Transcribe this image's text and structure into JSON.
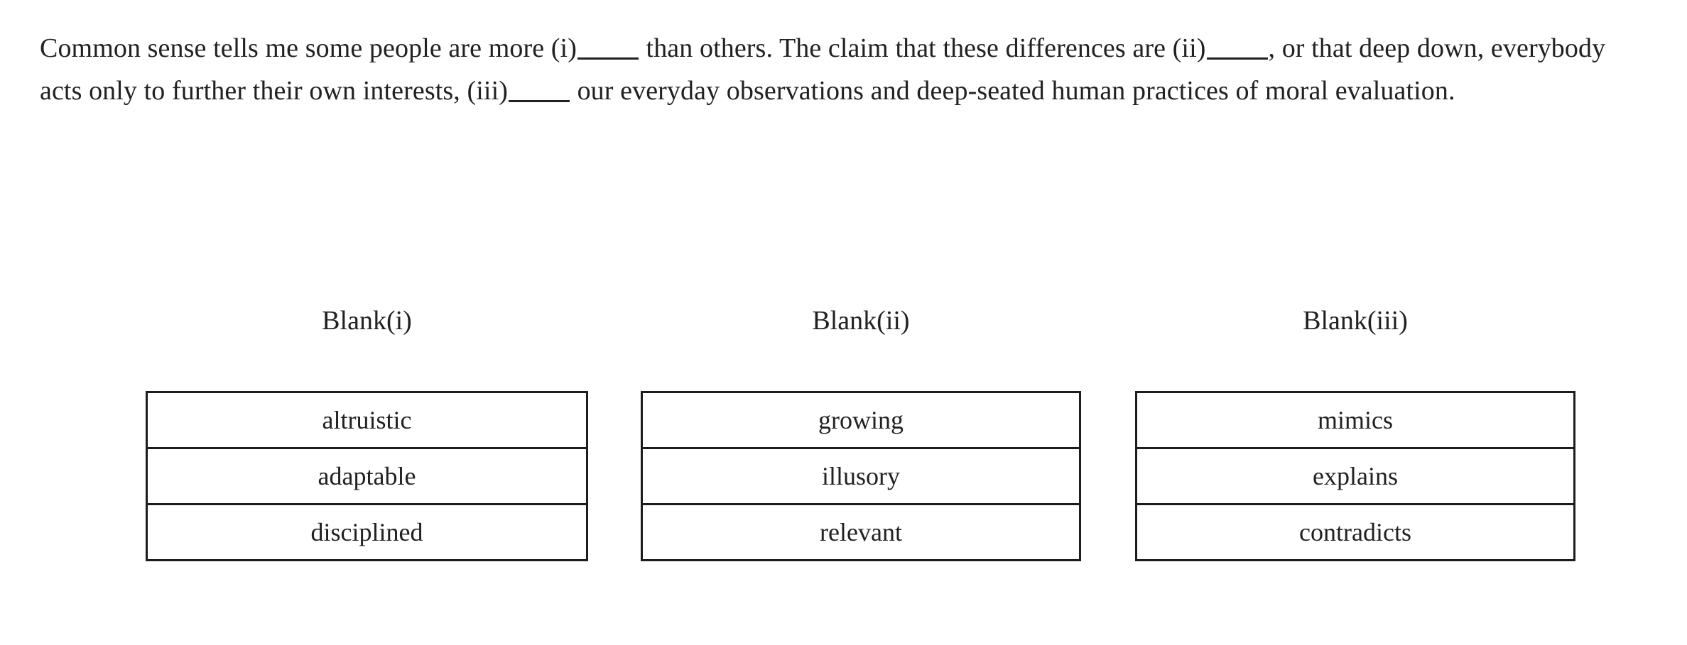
{
  "passage": {
    "segments": [
      {
        "type": "text",
        "value": "Common sense tells me some people are more (i)"
      },
      {
        "type": "blank",
        "value": "_____"
      },
      {
        "type": "text",
        "value": " than others. The claim that these differences are (ii)"
      },
      {
        "type": "blank",
        "value": "_____"
      },
      {
        "type": "text",
        "value": ", or that deep down, everybody acts only to further their own interests, (iii)"
      },
      {
        "type": "blank",
        "value": "_____"
      },
      {
        "type": "text",
        "value": " our everyday observations and deep-seated human practices of moral evaluation."
      }
    ],
    "full_text": "Common sense tells me some people are more (i)_____ than others. The claim that these differences are (ii)_____, or that deep down, everybody acts only to further their own interests, (iii)_____ our everyday observations and deep-seated human practices of moral evaluation."
  },
  "blanks": [
    {
      "header": "Blank(i)",
      "options": [
        "altruistic",
        "adaptable",
        "disciplined"
      ]
    },
    {
      "header": "Blank(ii)",
      "options": [
        "growing",
        "illusory",
        "relevant"
      ]
    },
    {
      "header": "Blank(iii)",
      "options": [
        "mimics",
        "explains",
        "contradicts"
      ]
    }
  ],
  "colors": {
    "text": "#212121",
    "border": "#1c1c1c",
    "background": "#ffffff"
  }
}
